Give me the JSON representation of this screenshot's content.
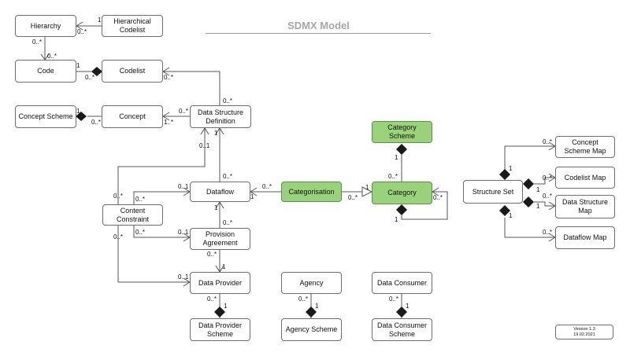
{
  "title": "SDMX Model",
  "version": {
    "line1": "Version 1.3",
    "line2": "19.02.2021"
  },
  "colors": {
    "highlight": "#9ad27c",
    "border": "#6e6e6e",
    "title": "#a7a7a7"
  },
  "nodes": {
    "hierarchy": "Hierarchy",
    "hierarchical_codelist": "Hierarchical Codelist",
    "code": "Code",
    "codelist": "Codelist",
    "concept_scheme": "Concept Scheme",
    "concept": "Concept",
    "data_structure_definition": "Data Structure Definition",
    "category_scheme": "Category Scheme",
    "dataflow": "Dataflow",
    "categorisation": "Categorisation",
    "category": "Category",
    "content_constraint": "Content Constraint",
    "provision_agreement": "Provision Agreement",
    "data_provider": "Data Provider",
    "agency": "Agency",
    "data_consumer": "Data Consumer",
    "data_provider_scheme": "Data Provider Scheme",
    "agency_scheme": "Agency Scheme",
    "data_consumer_scheme": "Data Consumer Scheme",
    "structure_set": "Structure Set",
    "concept_scheme_map": "Concept Scheme Map",
    "codelist_map": "Codelist Map",
    "data_structure_map": "Data Structure Map",
    "dataflow_map": "Dataflow Map"
  },
  "multiplicities": {
    "hier_hcl_1": "1",
    "hier_hcl_many": "0..*",
    "hier_code_top": "0..*",
    "hier_code_bottom": "0..*",
    "code_codelist_1": "1",
    "code_codelist_many": "0..*",
    "codelist_dsd": "0..*",
    "dsd_codelist": "0..*",
    "cs_concept_1": "1",
    "cs_concept_many": "0..*",
    "concept_dsd": "1..*",
    "dsd_concept": "0..*",
    "dsd_dataflow": "1",
    "dataflow_dsd": "0..*",
    "dsd_cc": "0..1",
    "cc_dsd": "0..*",
    "cc_dataflow": "0..*",
    "dataflow_cc": "0..1",
    "dataflow_categorisation_1": "1",
    "categorisation_dataflow": "0..*",
    "categorisation_category": "0..*",
    "category_categorisation": "1",
    "catscheme_category_1": "1",
    "category_catscheme": "0..*",
    "category_self_many": "0..*",
    "category_self_1": "1",
    "pa_dataflow_1": "1",
    "dataflow_pa": "0..*",
    "cc_pa": "0..*",
    "pa_cc": "0..1",
    "pa_dp_many": "0..*",
    "dp_pa": "1",
    "cc_dp": "0..*",
    "dp_cc": "0..1",
    "dp_dps_many": "0..*",
    "dp_dps_1": "1",
    "ag_as_many": "0..*",
    "ag_as_1": "1",
    "dc_dcs_many": "0..*",
    "dc_dcs_1": "1",
    "ss_csm_1": "1",
    "ss_csm_many": "0..*",
    "ss_clm_1": "1",
    "ss_clm_many": "0..*",
    "ss_dsm_1": "1",
    "ss_dsm_many": "0..*",
    "ss_dfm_1": "1",
    "ss_dfm_many": "0..*"
  }
}
